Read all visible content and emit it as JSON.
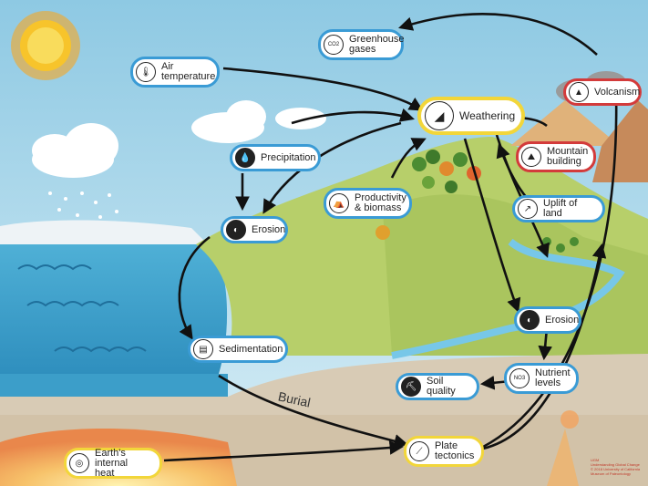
{
  "nodes": {
    "greenhouse": "Greenhouse\ngases",
    "greenhouse_icon_text": "CO2",
    "volcanism": "Volcanism",
    "air_temperature": "Air\ntemperature",
    "weathering": "Weathering",
    "precipitation": "Precipitation",
    "mountain_building": "Mountain\nbuilding",
    "productivity": "Productivity\n& biomass",
    "uplift": "Uplift of land",
    "erosion_left": "Erosion",
    "erosion_right": "Erosion",
    "sedimentation": "Sedimentation",
    "nutrient_levels": "Nutrient\nlevels",
    "nutrient_icon_text": "NO3",
    "soil_quality": "Soil quality",
    "earths_heat": "Earth's internal\nheat",
    "plate_tectonics": "Plate\ntectonics"
  },
  "burial_label": "Burial",
  "credit": "UGM\nUnderstanding Global Change\n© 2018 University of California\nMuseum of Paleontology",
  "colors": {
    "node_blue": "#3a9bd5",
    "node_yellow": "#f2d63a",
    "node_red": "#d33b3b"
  },
  "icons": [
    "sun-icon",
    "thermometer-icon",
    "raindrops-icon",
    "mountain-icon",
    "shovel-icon",
    "plant-icon"
  ]
}
